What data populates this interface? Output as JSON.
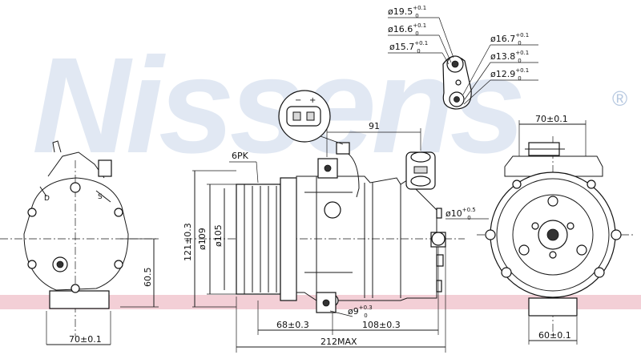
{
  "watermark": {
    "brand": "Nissens",
    "registered": "®"
  },
  "colors": {
    "band": "#f3cfd6",
    "watermark": "#c9d7ea",
    "line": "#111111"
  },
  "dimensions": {
    "port_top_1": {
      "base": "ø19.5",
      "sup": "+0.1",
      "sub": "0"
    },
    "port_top_2": {
      "base": "ø16.6",
      "sup": "+0.1",
      "sub": "0"
    },
    "port_top_3": {
      "base": "ø15.7",
      "sup": "+0.1",
      "sub": "0"
    },
    "port_right_1": {
      "base": "ø16.7",
      "sup": "+0.1",
      "sub": "0"
    },
    "port_right_2": {
      "base": "ø13.8",
      "sup": "+0.1",
      "sub": "0"
    },
    "port_right_3": {
      "base": "ø12.9",
      "sup": "+0.1",
      "sub": "0"
    },
    "d91": "91",
    "belt": "6PK",
    "height_121": "121±0.3",
    "dia_109": "ø109",
    "dia_105": "ø105",
    "mount_10": {
      "base": "ø10",
      "sup": "+0.5",
      "sub": "0"
    },
    "mount_9": {
      "base": "ø9",
      "sup": "+0.3",
      "sub": "0"
    },
    "len_68": "68±0.3",
    "len_108": "108±0.3",
    "len_212": "212MAX",
    "left_70": "70±0.1",
    "left_60_5": "60.5",
    "right_70": "70±0.1",
    "right_60": "60±0.1",
    "label_D": "D",
    "label_S": "S",
    "plug_minus": "−",
    "plug_plus": "+"
  }
}
